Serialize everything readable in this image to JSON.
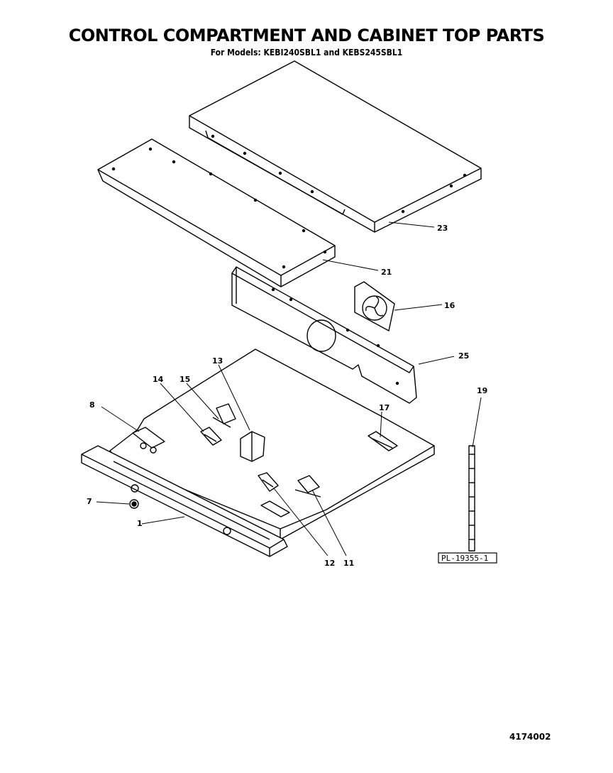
{
  "header": {
    "title": "CONTROL COMPARTMENT  AND CABINET TOP PARTS",
    "subtitle": "For Models: KEBI240SBL1 and KEBS245SBL1"
  },
  "parts": {
    "p1": "1",
    "p7": "7",
    "p8": "8",
    "p11": "11",
    "p12": "12",
    "p13": "13",
    "p14": "14",
    "p15": "15",
    "p16": "16",
    "p17": "17",
    "p19": "19",
    "p21": "21",
    "p23": "23",
    "p25": "25"
  },
  "reference_label": "PL-19355-1",
  "document_number": "4174002"
}
